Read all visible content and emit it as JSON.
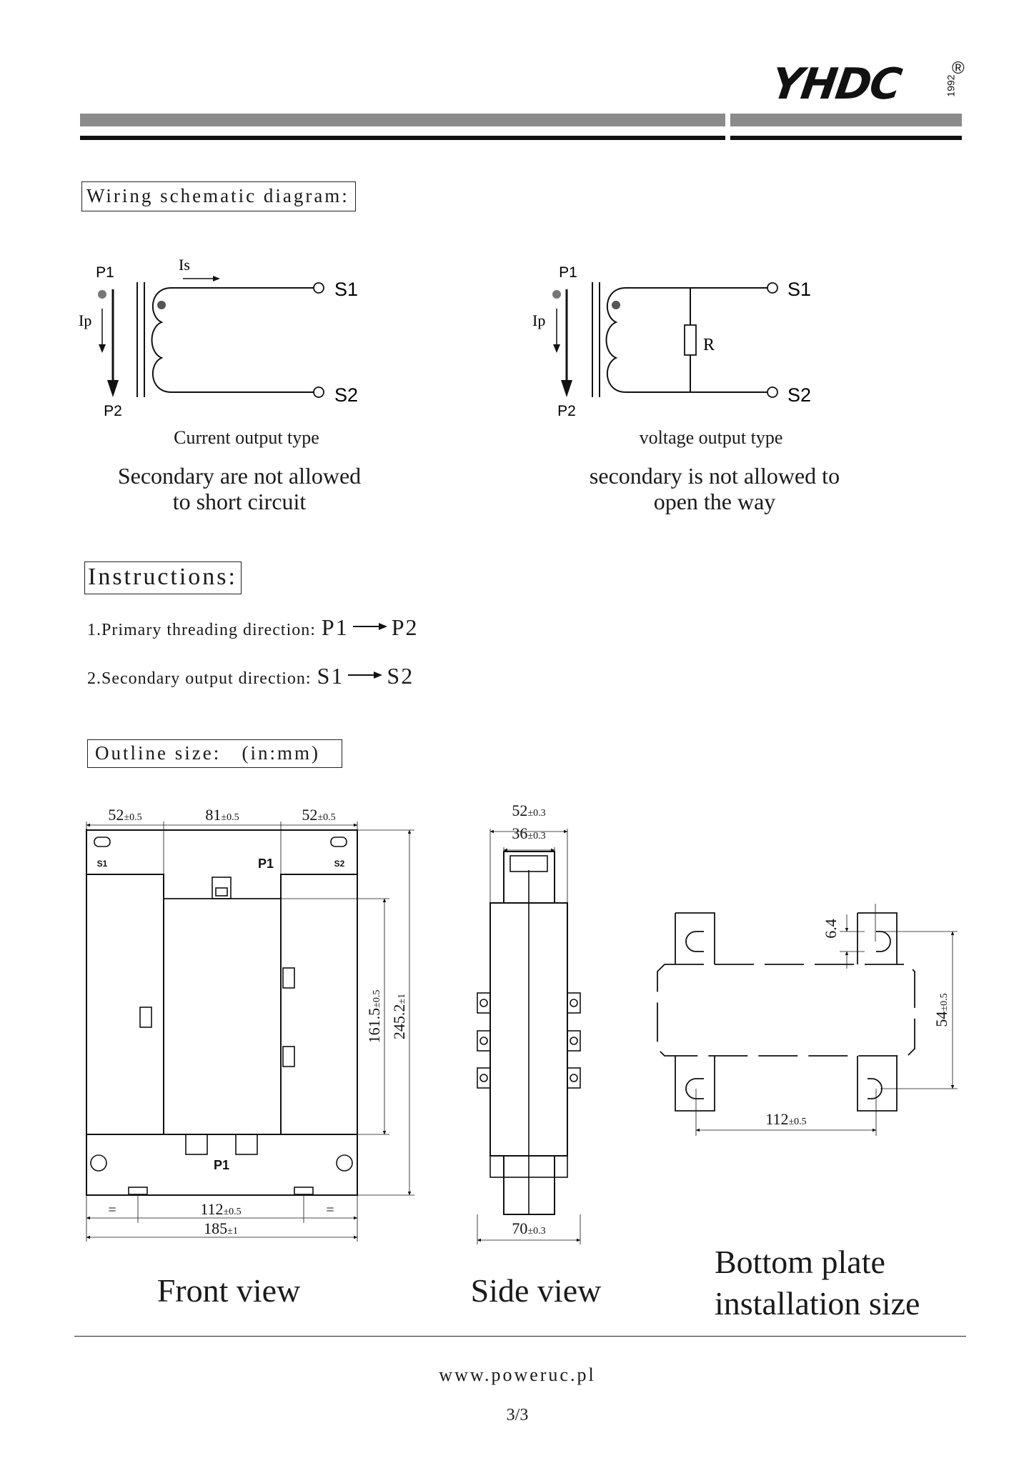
{
  "brand": {
    "logo_text": "YHDC",
    "year": "1992",
    "registered": "®"
  },
  "sections": {
    "wiring_title": "Wiring schematic diagram:",
    "instructions_title": "Instructions:",
    "outline_title": "Outline size:   (in:mm)"
  },
  "wiring": {
    "current": {
      "p1": "P1",
      "p2": "P2",
      "ip": "Ip",
      "is": "Is",
      "s1": "S1",
      "s2": "S2",
      "type": "Current output type",
      "warning_line1": "Secondary are not allowed",
      "warning_line2": "to short circuit"
    },
    "voltage": {
      "p1": "P1",
      "p2": "P2",
      "ip": "Ip",
      "r": "R",
      "s1": "S1",
      "s2": "S2",
      "type": "voltage output type",
      "warning_line1": "secondary is not allowed to",
      "warning_line2": "open the way"
    }
  },
  "instructions": {
    "line1_text": "1.Primary threading direction:",
    "line1_from": "P1",
    "line1_to": "P2",
    "line2_text": "2.Secondary output direction:",
    "line2_from": "S1",
    "line2_to": "S2"
  },
  "front_view": {
    "dim_top_left": "52",
    "dim_top_left_tol": "±0.5",
    "dim_top_mid": "81",
    "dim_top_mid_tol": "±0.5",
    "dim_top_right": "52",
    "dim_top_right_tol": "±0.5",
    "dim_inner_h": "161.5",
    "dim_inner_h_tol": "±0.5",
    "dim_total_h": "245.2",
    "dim_total_h_tol": "±1",
    "dim_mount": "112",
    "dim_mount_tol": "±0.5",
    "dim_total_w": "185",
    "dim_total_w_tol": "±1",
    "eq": "=",
    "label_s1": "S1",
    "label_p1": "P1",
    "label_s2": "S2",
    "label_p1_bottom": "P1",
    "caption": "Front view"
  },
  "side_view": {
    "dim_top": "52",
    "dim_top_tol": "±0.3",
    "dim_inner": "36",
    "dim_inner_tol": "±0.3",
    "dim_bottom": "70",
    "dim_bottom_tol": "±0.3",
    "caption": "Side view"
  },
  "bottom_plate": {
    "dim_slot": "6.4",
    "dim_height": "54",
    "dim_height_tol": "±0.5",
    "dim_width": "112",
    "dim_width_tol": "±0.5",
    "caption_line1": "Bottom plate",
    "caption_line2": "installation size"
  },
  "footer": {
    "website": "www.poweruc.pl",
    "page": "3/3"
  }
}
